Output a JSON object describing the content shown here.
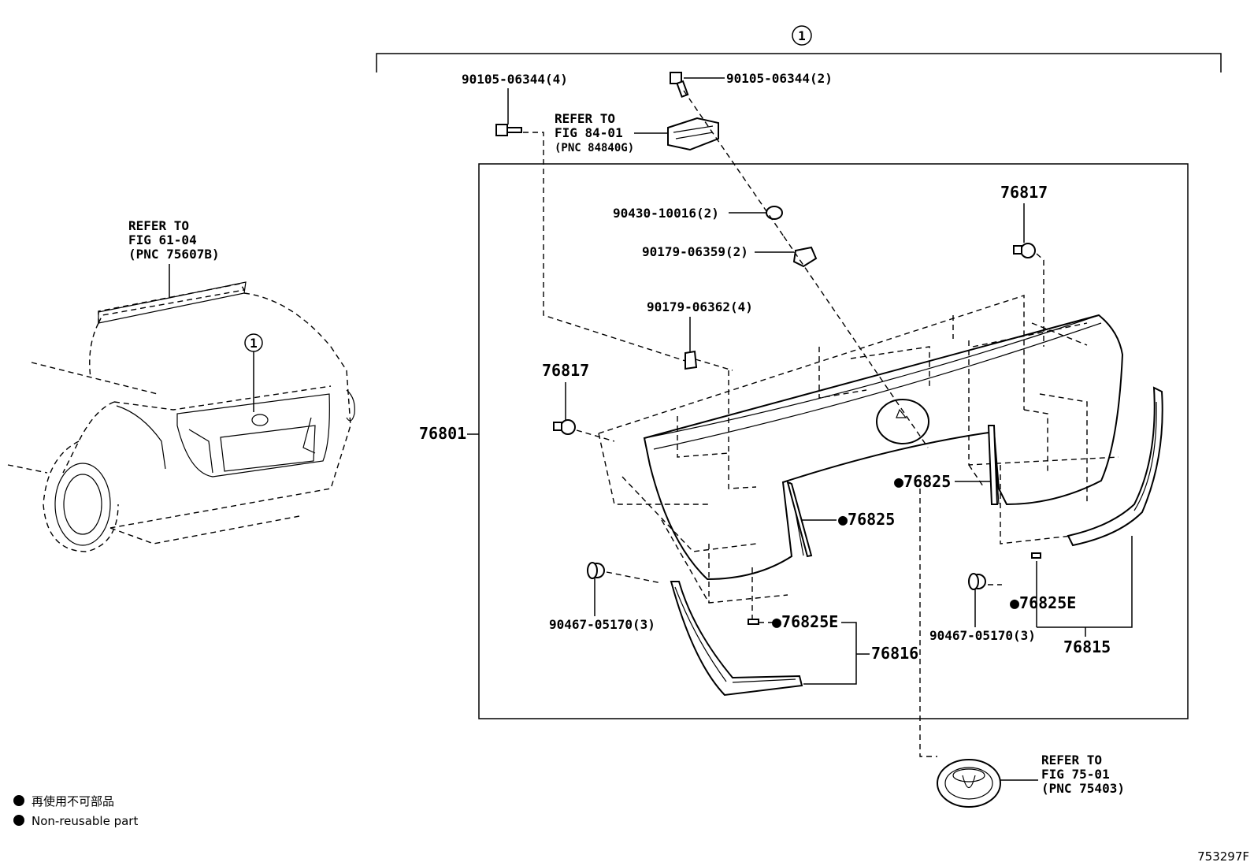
{
  "callout_marker": "1",
  "labels": {
    "bolt_4": "90105-06344(4)",
    "bolt_2": "90105-06344(2)",
    "refer_84": [
      "REFER TO",
      "FIG 84-01",
      "(PNC 84840G)"
    ],
    "washer": "90430-10016(2)",
    "nut": "90179-06359(2)",
    "nut_4": "90179-06362(4)",
    "clip_top_right": "76817",
    "clip_left": "76817",
    "garnish": "76801",
    "seal_right": "●76825",
    "seal_left": "●76825",
    "clip_bottom_left": "90467-05170(3)",
    "clip_bottom_right": "90467-05170(3)",
    "tape_left": "●76825E",
    "tape_right": "●76825E",
    "moulding_left": "76816",
    "moulding_right": "76815",
    "refer_61": [
      "REFER TO",
      "FIG 61-04",
      "(PNC 75607B)"
    ],
    "refer_75": [
      "REFER TO",
      "FIG 75-01",
      "(PNC 75403)"
    ]
  },
  "legend": {
    "jp": "再使用不可部品",
    "en": "Non-reusable part"
  },
  "figure_id": "753297F"
}
